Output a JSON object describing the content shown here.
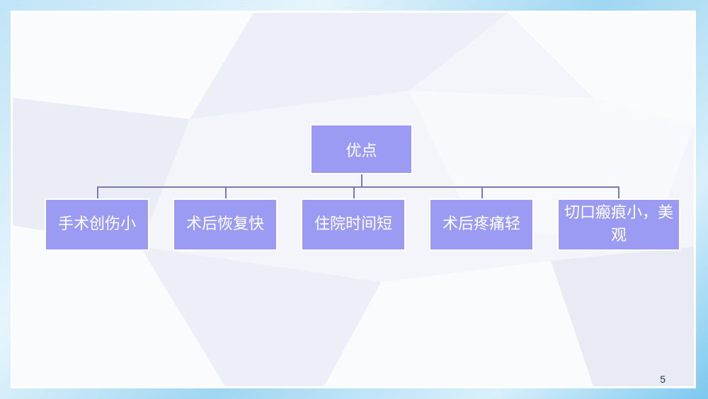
{
  "diagram": {
    "root": "优点",
    "children": [
      "手术创伤小",
      "术后恢复快",
      "住院时间短",
      "术后疼痛轻",
      "切口瘢痕小，美观"
    ]
  },
  "page_number": "5",
  "colors": {
    "node_fill": "#9b9bf3",
    "node_text": "#ffffff",
    "connector": "#7a7ab0"
  }
}
